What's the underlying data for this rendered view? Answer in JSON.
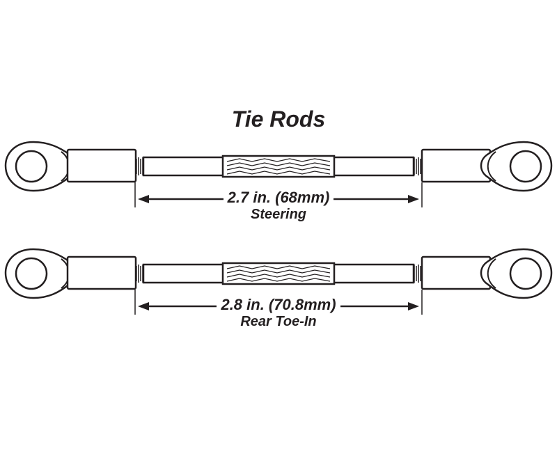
{
  "title": "Tie Rods",
  "rods": [
    {
      "measurement": "2.7 in. (68mm)",
      "caption": "Steering"
    },
    {
      "measurement": "2.8 in. (70.8mm)",
      "caption": "Rear Toe-In"
    }
  ],
  "colors": {
    "stroke": "#231f20",
    "background": "#ffffff"
  }
}
